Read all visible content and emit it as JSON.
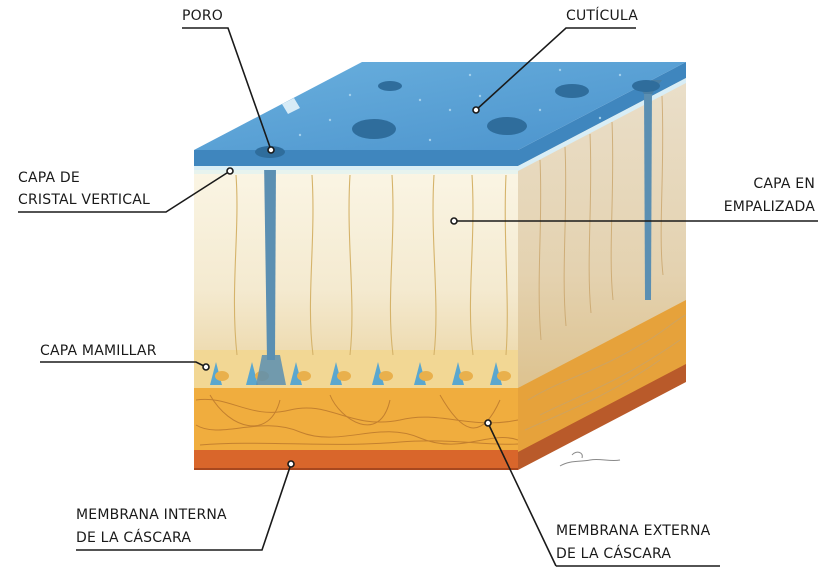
{
  "colors": {
    "cuticle": "#4f97cf",
    "cuticle_side": "#3f86be",
    "palisade": "#f5edd6",
    "mamillary": "#f1c66a",
    "outer_membrane": "#f0ad3e",
    "inner_membrane": "#d9662b",
    "pore": "#5b8fb2",
    "leader": "#1a1a1a"
  },
  "labels": {
    "poro": "PORO",
    "cuticula": "CUTÍCULA",
    "cristal_line1": "CAPA DE",
    "cristal_line2": "CRISTAL VERTICAL",
    "empalizada_line1": "CAPA EN",
    "empalizada_line2": "EMPALIZADA",
    "mamilar": "CAPA MAMILLAR",
    "interna_line1": "MEMBRANA INTERNA",
    "interna_line2": "DE LA CÁSCARA",
    "externa_line1": "MEMBRANA EXTERNA",
    "externa_line2": "DE LA CÁSCARA"
  }
}
